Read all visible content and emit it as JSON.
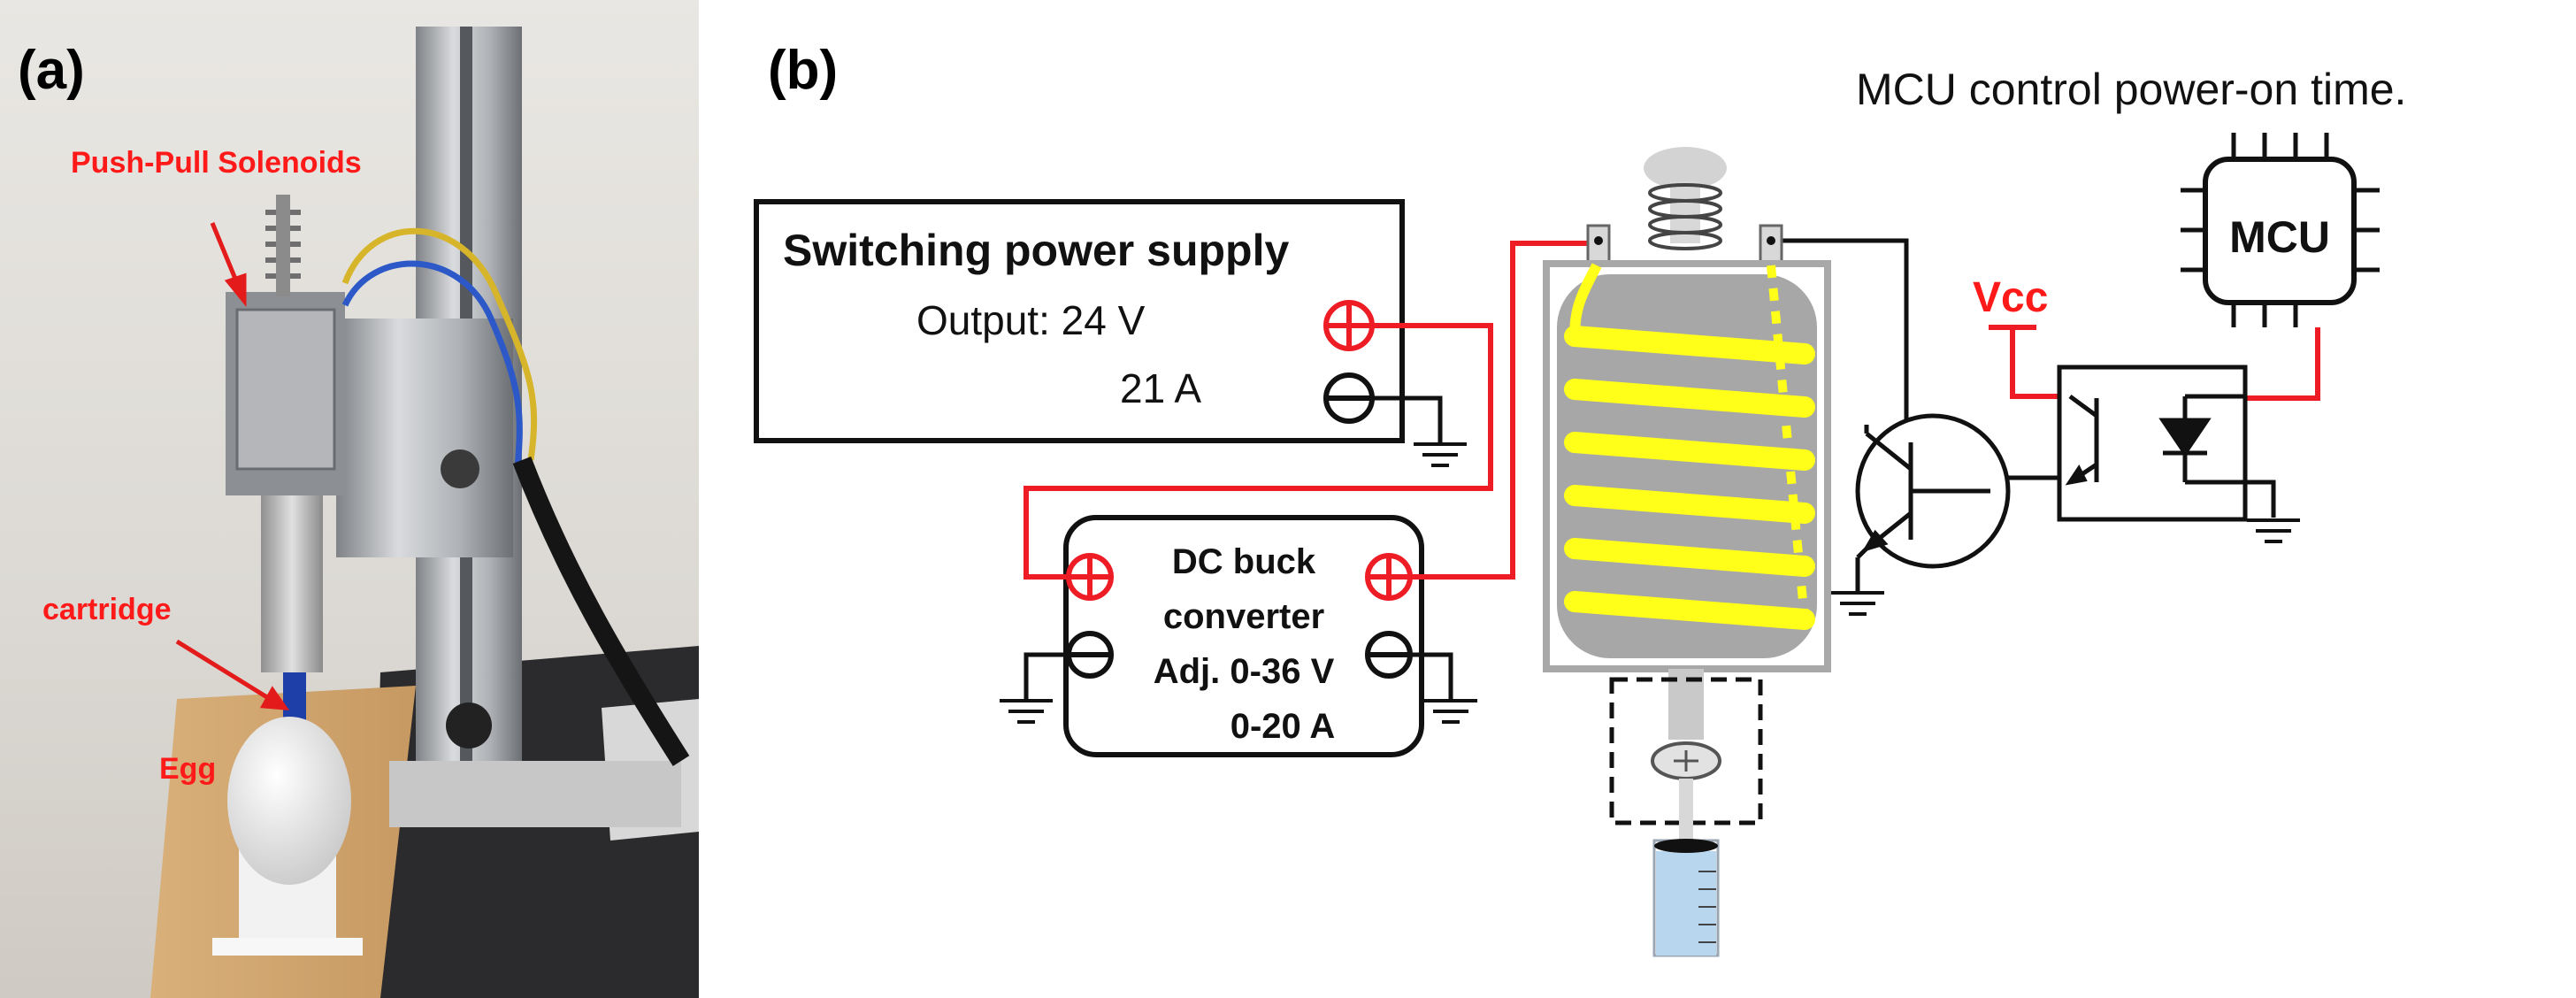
{
  "panel_a": {
    "label": "(a)",
    "callouts": {
      "solenoids": "Push-Pull Solenoids",
      "cartridge": "cartridge",
      "egg": "Egg"
    }
  },
  "panel_b": {
    "label": "(b)",
    "caption": "MCU control power-on time.",
    "power_supply": {
      "title": "Switching power supply",
      "output_line": "Output: 24 V",
      "current_line": "21 A"
    },
    "buck_converter": {
      "line1": "DC buck",
      "line2": "converter",
      "line3": "Adj. 0-36 V",
      "line4": "0-20 A"
    },
    "mcu_label": "MCU",
    "vcc_label": "Vcc"
  },
  "colors": {
    "wire_red": "#ee1c25",
    "wire_black": "#111111",
    "coil_yellow": "#ffff1a",
    "solenoid_gray": "#a8a8a8",
    "label_red": "#ff1a1a",
    "liquid_blue": "#b8d6ee"
  }
}
